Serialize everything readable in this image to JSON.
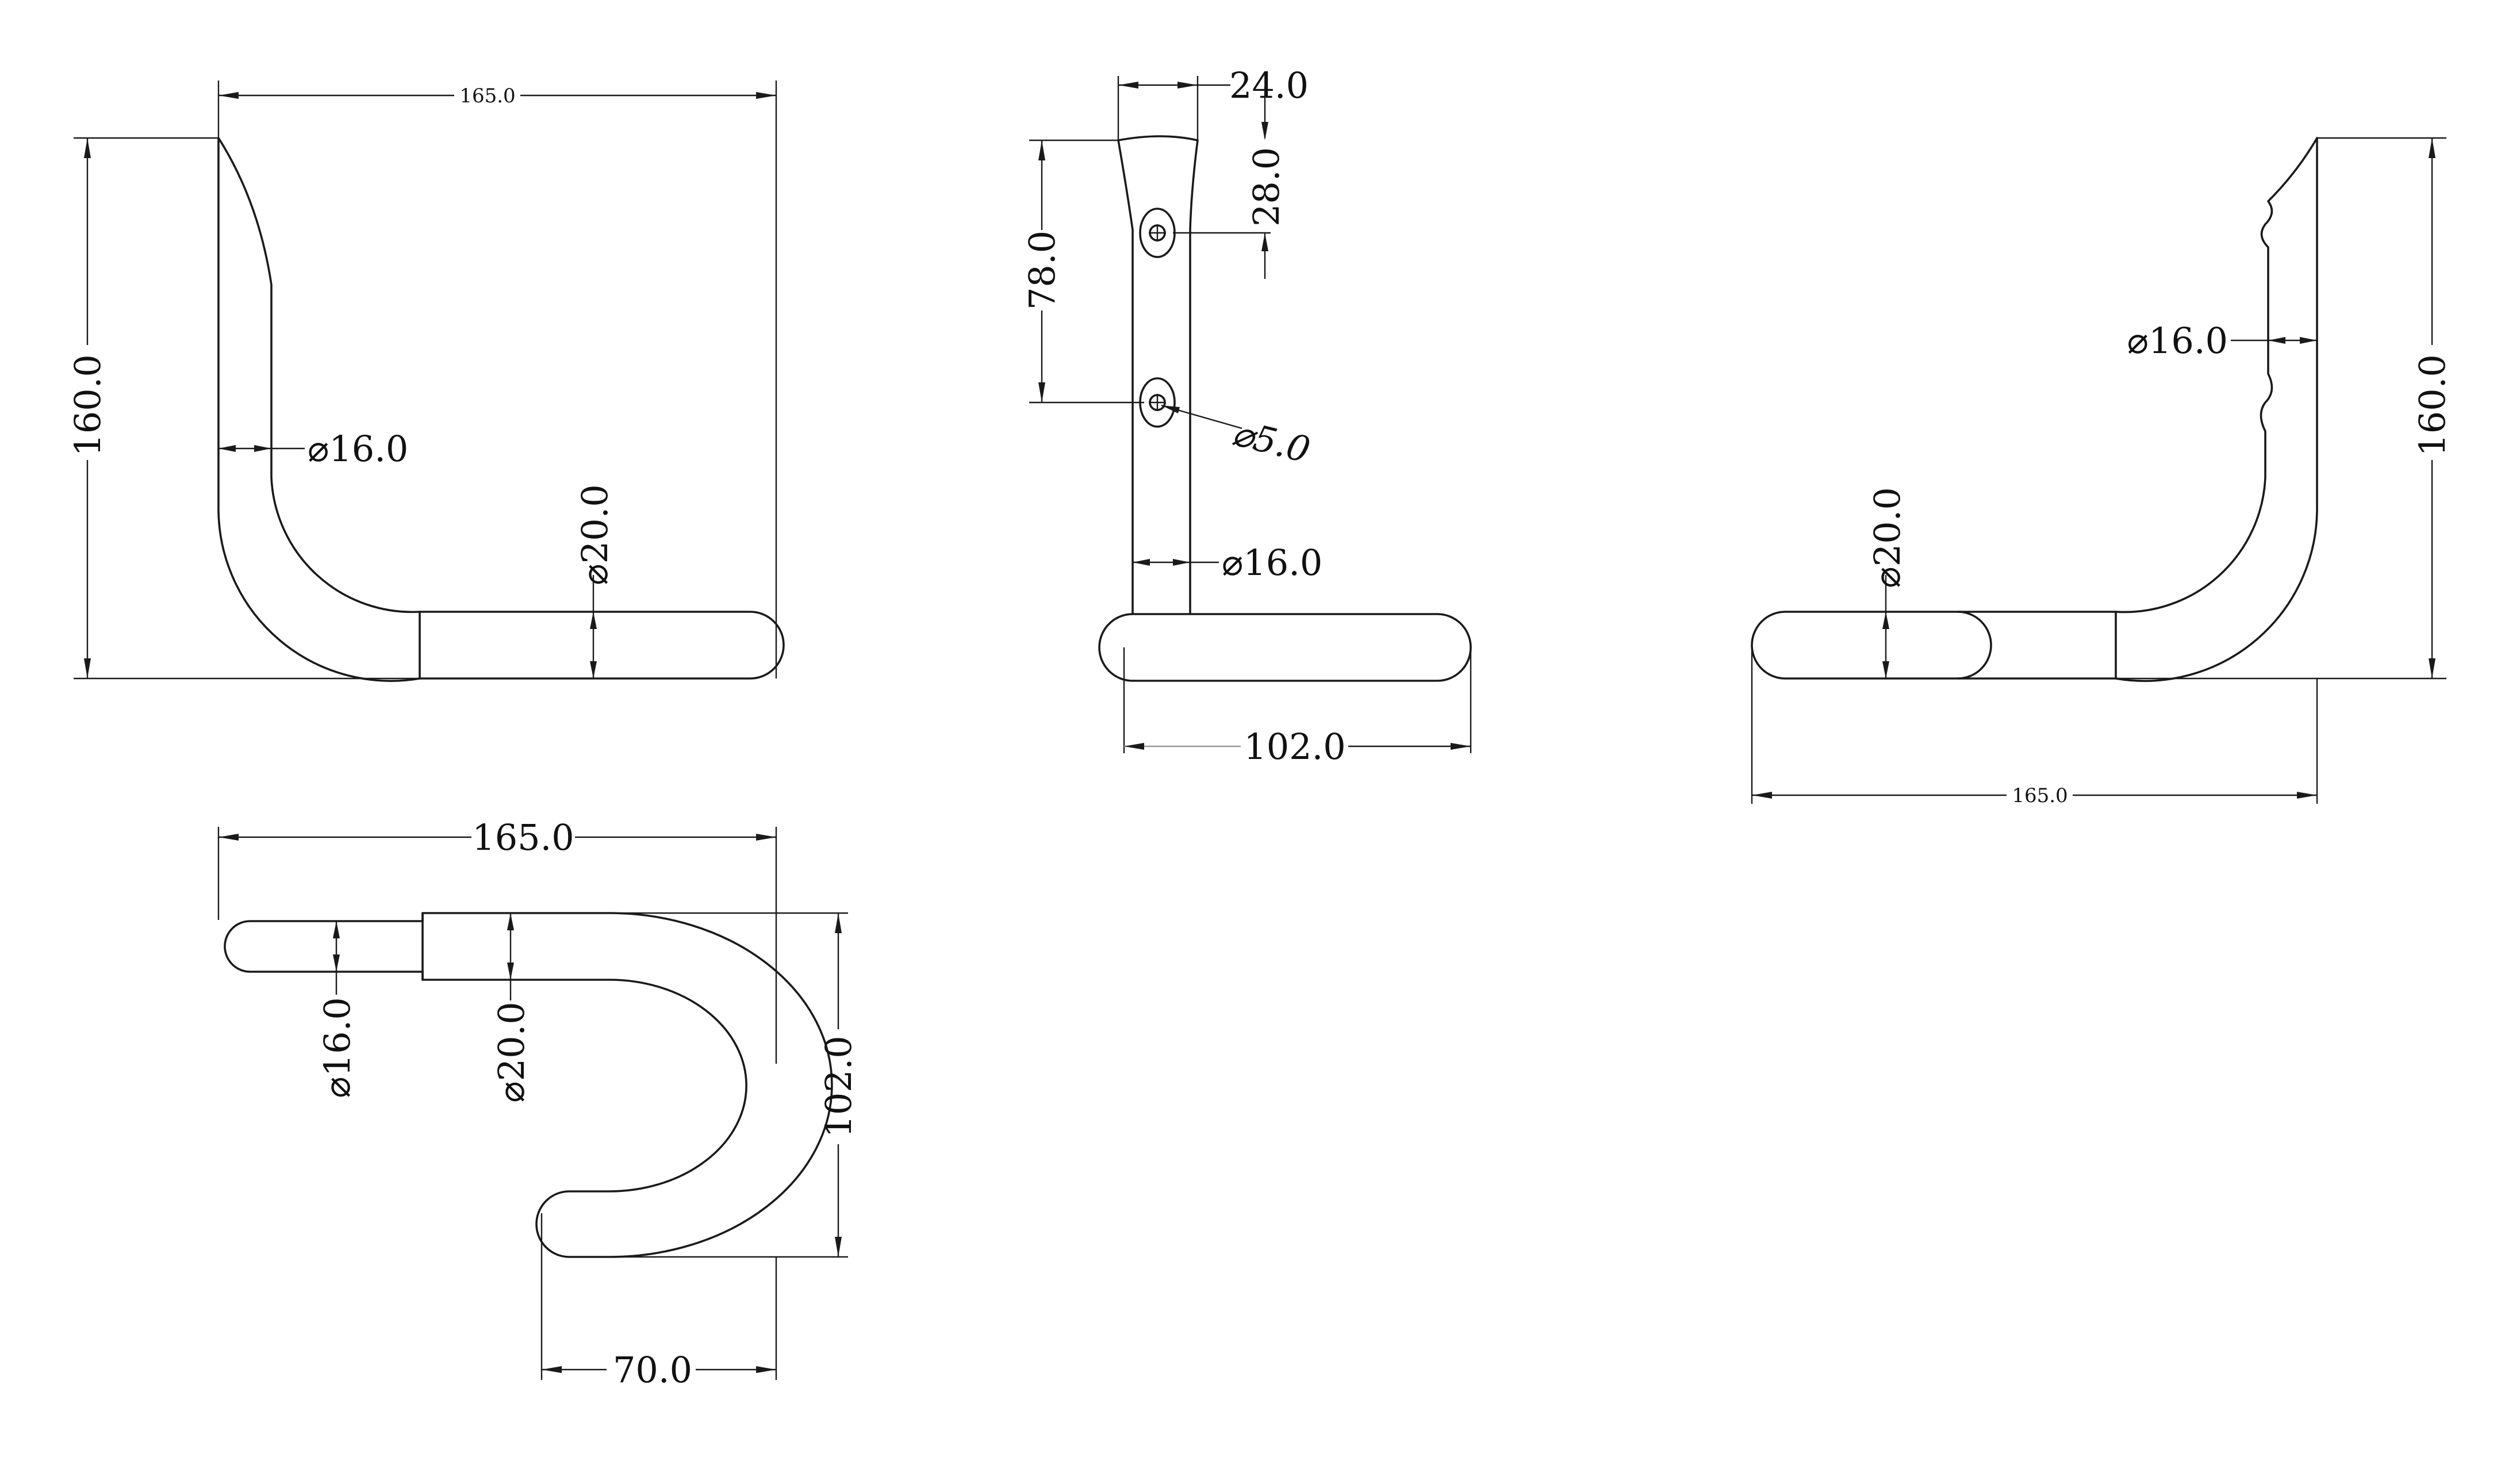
{
  "views": {
    "front": {
      "width_label": "165.0",
      "height_label": "160.0",
      "rod_dia_label": "⌀16.0",
      "sleeve_dia_label": "⌀20.0"
    },
    "side": {
      "top_width_label": "24.0",
      "hole_offset_label": "28.0",
      "hole_spacing_label": "78.0",
      "hole_dia_label": "⌀5.0",
      "rod_dia_label": "⌀16.0",
      "arm_length_label": "102.0"
    },
    "mirror": {
      "rod_dia_label": "⌀16.0",
      "height_label": "160.0",
      "sleeve_dia_label": "⌀20.0",
      "width_label": "165.0"
    },
    "top": {
      "width_label": "165.0",
      "rod_dia_label": "⌀16.0",
      "sleeve_dia_label": "⌀20.0",
      "depth_label": "102.0",
      "tip_offset_label": "70.0"
    }
  }
}
